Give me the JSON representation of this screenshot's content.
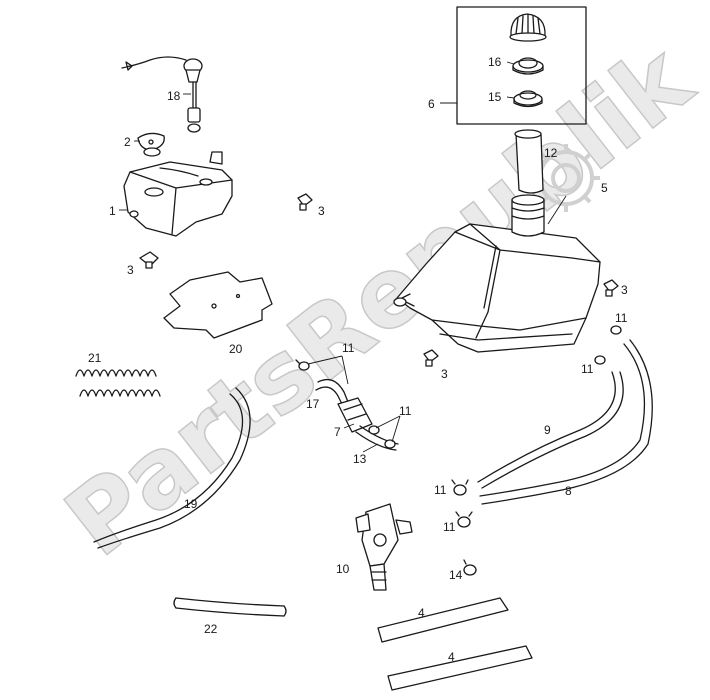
{
  "watermark": {
    "text": "PartsRepublik"
  },
  "callouts": {
    "c1": "1",
    "c2": "2",
    "c3a": "3",
    "c3b": "3",
    "c3c": "3",
    "c3d": "3",
    "c4a": "4",
    "c4b": "4",
    "c5": "5",
    "c6": "6",
    "c7": "7",
    "c8": "8",
    "c9": "9",
    "c10": "10",
    "c11a": "11",
    "c11b": "11",
    "c11c": "11",
    "c11d": "11",
    "c11e": "11",
    "c11f": "11",
    "c12": "12",
    "c13": "13",
    "c14": "14",
    "c15": "15",
    "c16": "16",
    "c17": "17",
    "c18": "18",
    "c19": "19",
    "c20": "20",
    "c21": "21",
    "c22": "22"
  }
}
